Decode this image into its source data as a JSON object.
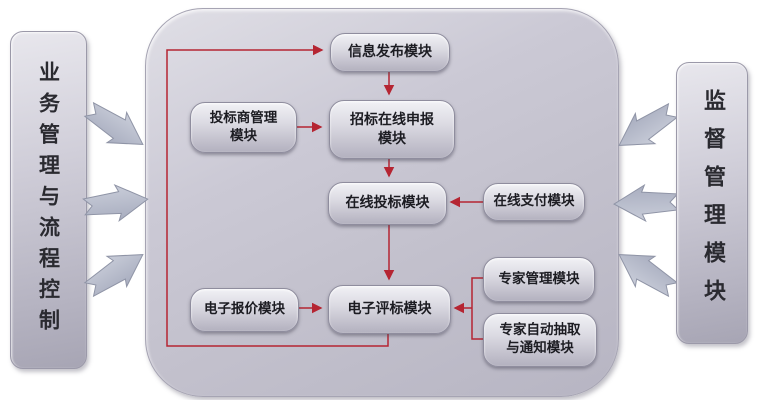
{
  "panels": {
    "left": {
      "label": "业务管理与流程控制"
    },
    "right": {
      "label": "监督管理模块"
    }
  },
  "modules": {
    "info_publish": {
      "label": "信息发布模块"
    },
    "bidder_mgmt": {
      "label": "投标商管理\n模块"
    },
    "tender_declare": {
      "label": "招标在线申报\n模块"
    },
    "online_bid": {
      "label": "在线投标模块"
    },
    "online_pay": {
      "label": "在线支付模块"
    },
    "e_quote": {
      "label": "电子报价模块"
    },
    "e_eval": {
      "label": "电子评标模块"
    },
    "expert_mgmt": {
      "label": "专家管理模块"
    },
    "expert_auto": {
      "label": "专家自动抽取\n与通知模块"
    }
  },
  "colors": {
    "arrow_red": "#b52532",
    "block_arrow_fill": "#b7bcca",
    "block_arrow_stroke": "#8f94a6",
    "container_fill": "#c3c1cd",
    "module_fill_top": "#f1f1f5",
    "module_fill_bottom": "#b3b1bf",
    "text": "#1c1c22",
    "background": "#ffffff"
  }
}
